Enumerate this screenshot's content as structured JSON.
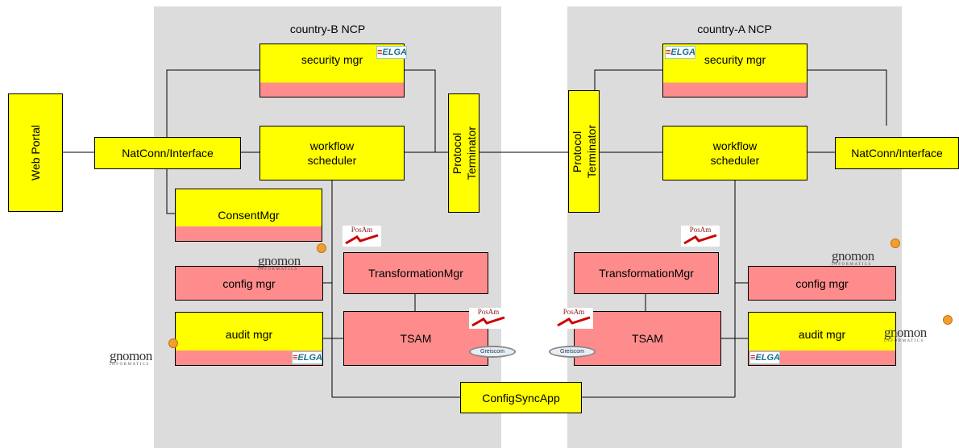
{
  "panels": {
    "country_b": {
      "title": "country-B NCP"
    },
    "country_a": {
      "title": "country-A NCP"
    }
  },
  "web_portal": "Web Portal",
  "country_b": {
    "natconn": "NatConn/Interface",
    "security_mgr": "security mgr",
    "workflow_scheduler": "workflow\nscheduler",
    "protocol_terminator": "Protocol\nTerminator",
    "consent_mgr": "ConsentMgr",
    "config_mgr": "config mgr",
    "audit_mgr": "audit mgr",
    "transformation_mgr": "TransformationMgr",
    "tsam": "TSAM"
  },
  "country_a": {
    "natconn": "NatConn/Interface",
    "security_mgr": "security mgr",
    "workflow_scheduler": "workflow\nscheduler",
    "protocol_terminator": "Protocol\nTerminator",
    "config_mgr": "config mgr",
    "audit_mgr": "audit mgr",
    "transformation_mgr": "TransformationMgr",
    "tsam": "TSAM"
  },
  "config_sync_app": "ConfigSyncApp",
  "logos": {
    "elga": "ELGA",
    "posam": "PosAm",
    "gnomon": "gnomon",
    "gnomon_sub": "INFORMATICS",
    "greiscom": "Greiscom"
  },
  "colors": {
    "panel_bg": "#dcdcdc",
    "yellow": "#ffff00",
    "salmon": "#ff8c8c"
  }
}
